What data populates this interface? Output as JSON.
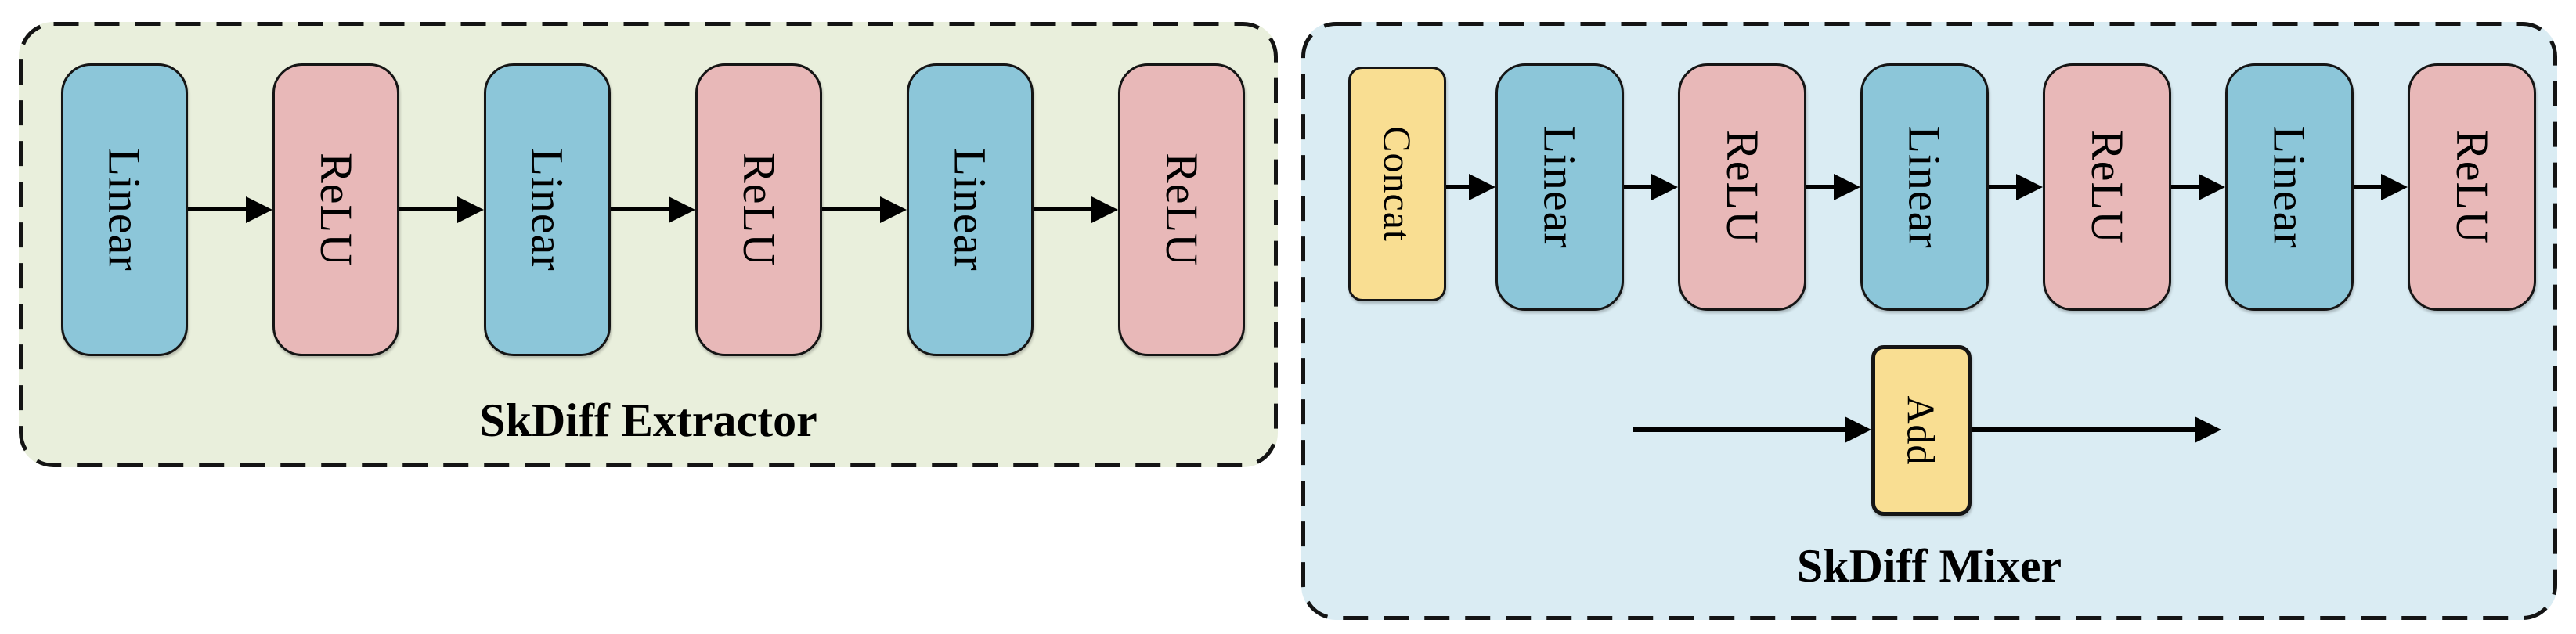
{
  "diagram": {
    "extractor": {
      "title": "SkDiff Extractor",
      "blocks": [
        {
          "label": "Linear",
          "type": "linear"
        },
        {
          "label": "ReLU",
          "type": "relu"
        },
        {
          "label": "Linear",
          "type": "linear"
        },
        {
          "label": "ReLU",
          "type": "relu"
        },
        {
          "label": "Linear",
          "type": "linear"
        },
        {
          "label": "ReLU",
          "type": "relu"
        }
      ]
    },
    "mixer": {
      "title": "SkDiff Mixer",
      "input_block": {
        "label": "Concat",
        "type": "operation"
      },
      "blocks": [
        {
          "label": "Linear",
          "type": "linear"
        },
        {
          "label": "ReLU",
          "type": "relu"
        },
        {
          "label": "Linear",
          "type": "linear"
        },
        {
          "label": "ReLU",
          "type": "relu"
        },
        {
          "label": "Linear",
          "type": "linear"
        },
        {
          "label": "ReLU",
          "type": "relu"
        }
      ],
      "skip_block": {
        "label": "Add",
        "type": "operation"
      }
    },
    "colors": {
      "linear_fill": "#8cc6d9",
      "relu_fill": "#e8b8b8",
      "operation_fill": "#f9de92",
      "extractor_bg": "#e9efdc",
      "mixer_bg": "#daecf3",
      "outline": "#151515",
      "arrow": "#000000",
      "text": "#000000"
    }
  }
}
